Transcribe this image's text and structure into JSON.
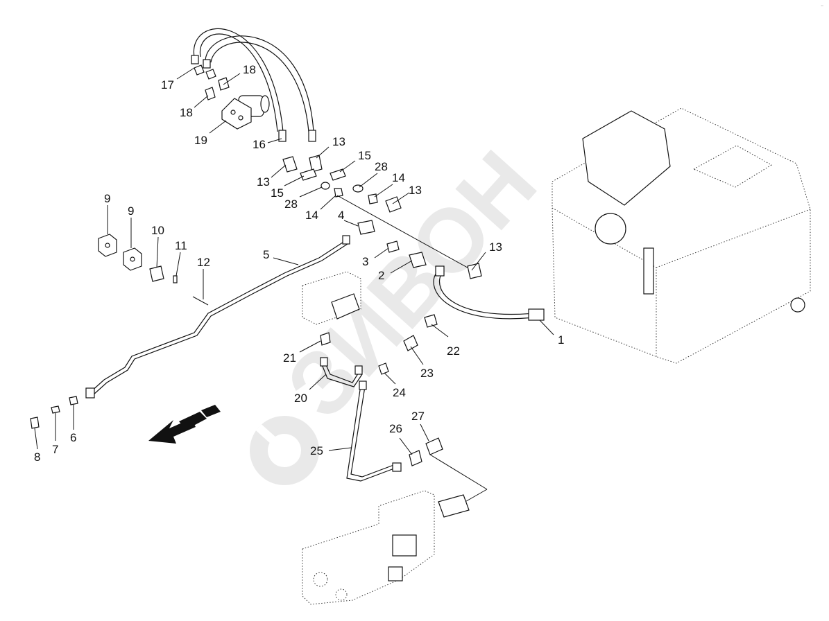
{
  "watermark": {
    "text": "ЗИВОН"
  },
  "corner_mark": "..",
  "callouts": [
    {
      "id": "c1",
      "text": "1"
    },
    {
      "id": "c2",
      "text": "2"
    },
    {
      "id": "c3",
      "text": "3"
    },
    {
      "id": "c4",
      "text": "4"
    },
    {
      "id": "c5",
      "text": "5"
    },
    {
      "id": "c6",
      "text": "6"
    },
    {
      "id": "c7",
      "text": "7"
    },
    {
      "id": "c8",
      "text": "8"
    },
    {
      "id": "c9a",
      "text": "9"
    },
    {
      "id": "c9b",
      "text": "9"
    },
    {
      "id": "c10",
      "text": "10"
    },
    {
      "id": "c11",
      "text": "11"
    },
    {
      "id": "c12",
      "text": "12"
    },
    {
      "id": "c13a",
      "text": "13"
    },
    {
      "id": "c13b",
      "text": "13"
    },
    {
      "id": "c13c",
      "text": "13"
    },
    {
      "id": "c13d",
      "text": "13"
    },
    {
      "id": "c14a",
      "text": "14"
    },
    {
      "id": "c14b",
      "text": "14"
    },
    {
      "id": "c15a",
      "text": "15"
    },
    {
      "id": "c15b",
      "text": "15"
    },
    {
      "id": "c16",
      "text": "16"
    },
    {
      "id": "c17",
      "text": "17"
    },
    {
      "id": "c18a",
      "text": "18"
    },
    {
      "id": "c18b",
      "text": "18"
    },
    {
      "id": "c19",
      "text": "19"
    },
    {
      "id": "c20",
      "text": "20"
    },
    {
      "id": "c21",
      "text": "21"
    },
    {
      "id": "c22",
      "text": "22"
    },
    {
      "id": "c23",
      "text": "23"
    },
    {
      "id": "c24",
      "text": "24"
    },
    {
      "id": "c25",
      "text": "25"
    },
    {
      "id": "c26",
      "text": "26"
    },
    {
      "id": "c27",
      "text": "27"
    },
    {
      "id": "c28a",
      "text": "28"
    },
    {
      "id": "c28b",
      "text": "28"
    }
  ]
}
